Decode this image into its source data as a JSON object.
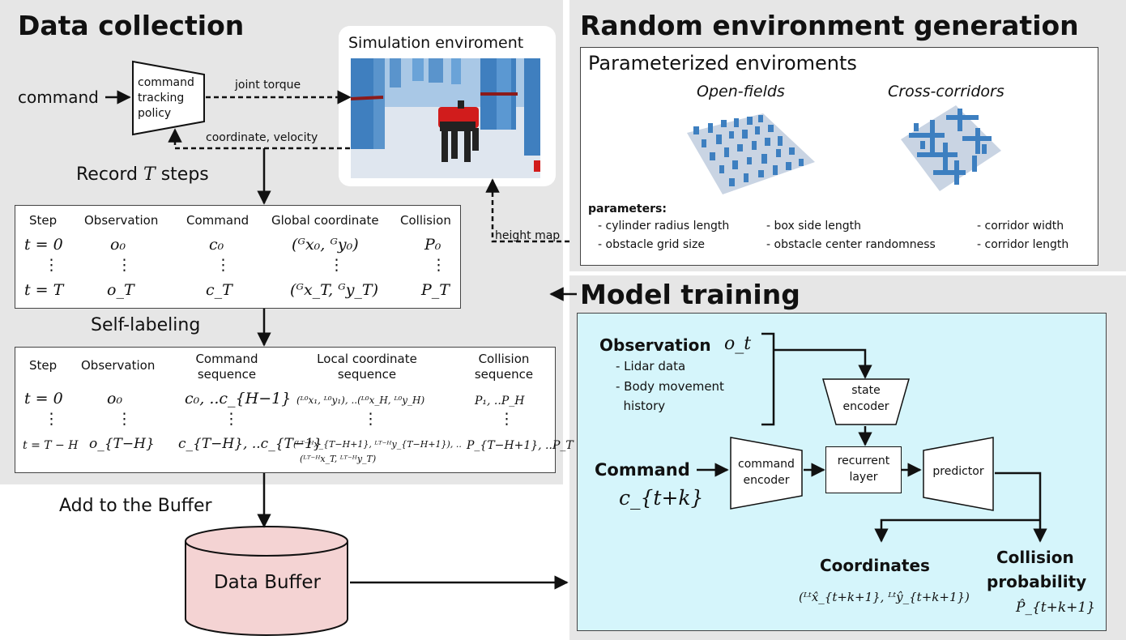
{
  "sections": {
    "data_collection": "Data collection",
    "random_env": "Random environment generation",
    "model_training": "Model training"
  },
  "sim": {
    "title": "Simulation enviroment"
  },
  "policy": {
    "label_lines": [
      "command",
      "tracking",
      "policy"
    ],
    "input": "command",
    "joint_torque": "joint torque",
    "coordinate_velocity": "coordinate, velocity",
    "height_map": "height map"
  },
  "record": {
    "prefix": "Record ",
    "var": "T",
    "suffix": " steps"
  },
  "table1": {
    "headers": [
      "Step",
      "Observation",
      "Command",
      "Global coordinate",
      "Collision"
    ],
    "row0": [
      "t = 0",
      "o₀",
      "c₀",
      "(ᴳx₀, ᴳy₀)",
      "P₀"
    ],
    "dots": [
      "⋮",
      "⋮",
      "⋮",
      "⋮",
      "⋮"
    ],
    "rowT": [
      "t = T",
      "o_T",
      "c_T",
      "(ᴳx_T, ᴳy_T)",
      "P_T"
    ]
  },
  "self_labeling": "Self-labeling",
  "table2": {
    "headers": [
      "Step",
      "Observation",
      "Command\nsequence",
      "Local coordinate\nsequence",
      "Collision\nsequence"
    ],
    "row0": [
      "t = 0",
      "o₀",
      "c₀, ..c_{H−1}",
      "(ᴸ⁰x₁, ᴸ⁰y₁), ..(ᴸ⁰x_H, ᴸ⁰y_H)",
      "P₁, ..P_H"
    ],
    "dots": [
      "⋮",
      "⋮",
      "⋮",
      "⋮",
      "⋮"
    ],
    "rowTH": [
      "t = T − H",
      "o_{T−H}",
      "c_{T−H}, ..c_{T−1}",
      "(ᴸᵀ⁻ᴴx_{T−H+1}, ᴸᵀ⁻ᴴy_{T−H+1}), ..",
      "P_{T−H+1}, ..P_T"
    ],
    "rowTH2": "(ᴸᵀ⁻ᴴx_T, ᴸᵀ⁻ᴴy_T)"
  },
  "buffer": {
    "add_label": "Add to the Buffer",
    "label": "Data Buffer"
  },
  "env": {
    "title": "Parameterized enviroments",
    "open_fields": "Open-fields",
    "cross_corridors": "Cross-corridors",
    "params_title": "parameters:",
    "params": [
      "- cylinder radius length",
      "- box side length",
      "- corridor width",
      "- obstacle grid size",
      "- obstacle center randomness",
      "- corridor length"
    ]
  },
  "training": {
    "observation": "Observation",
    "observation_var": "o_t",
    "obs_items": [
      "- Lidar data",
      "- Body movement",
      "  history"
    ],
    "state_encoder": [
      "state",
      "encoder"
    ],
    "command": "Command",
    "command_var": "c_{t+k}",
    "command_encoder": [
      "command",
      "encoder"
    ],
    "recurrent": [
      "recurrent",
      "layer"
    ],
    "predictor": "predictor",
    "coordinates": "Coordinates",
    "coordinates_var": "(ᴸᵗx̂_{t+k+1}, ᴸᵗŷ_{t+k+1})",
    "collision": [
      "Collision",
      "probability"
    ],
    "collision_var": "P̂_{t+k+1}"
  },
  "colors": {
    "panel": "#e6e6e6",
    "training_bg": "#d5f5fb",
    "buffer_fill": "#f4d3d3",
    "sim_sky": "#a9c8e6",
    "pillar": "#3f7fbf",
    "robot": "#d11c1c"
  }
}
